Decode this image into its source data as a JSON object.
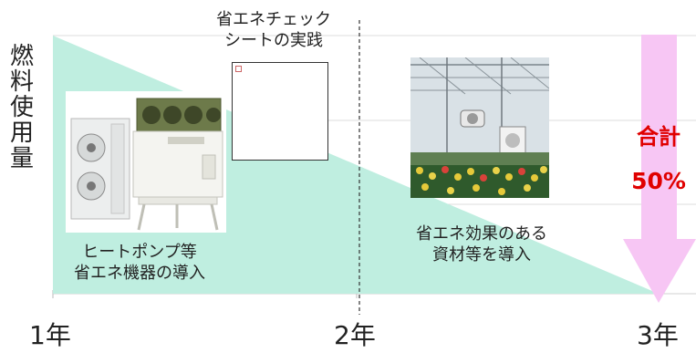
{
  "y_axis_label": [
    "燃",
    "料",
    "使",
    "用",
    "量"
  ],
  "x_axis_years": [
    "1年",
    "2年",
    "3年"
  ],
  "steps": [
    {
      "caption_lines": [
        "ヒートポンプ等",
        "省エネ機器の導入"
      ],
      "image": "heat-pump-unit"
    },
    {
      "caption_lines": [
        "省エネチェック",
        "シートの実践"
      ],
      "image": "checksheet-placeholder"
    },
    {
      "caption_lines": [
        "省エネ効果のある",
        "資材等を導入"
      ],
      "image": "greenhouse-photo"
    }
  ],
  "total": {
    "label": "合計",
    "value": "50%"
  },
  "colors": {
    "wedge": "#bfeee0",
    "arrow": "#f7c6f4",
    "total_text": "#e00000"
  }
}
